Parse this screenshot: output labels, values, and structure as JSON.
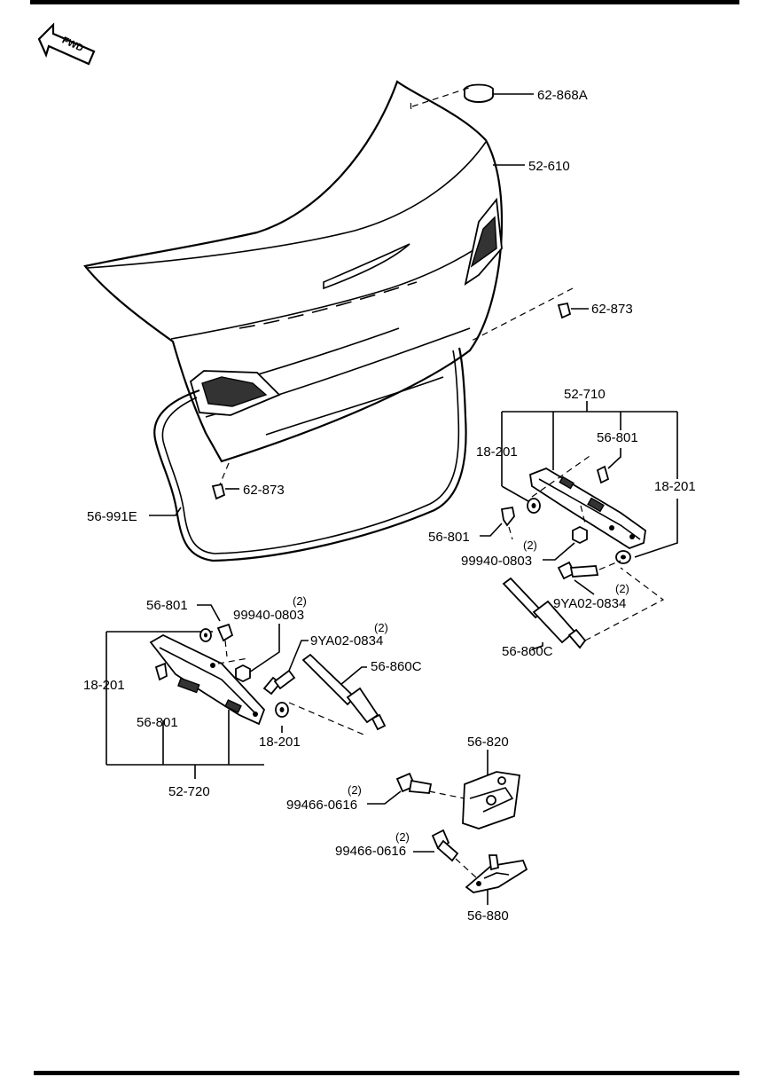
{
  "fwd_label": "FWD",
  "labels": {
    "grommet": "62-868A",
    "trunk_lid": "52-610",
    "bumper_upper": "62-873",
    "bumper_left": "62-873",
    "weatherstrip": "56-991E",
    "hinge_right": "52-710",
    "washer_r_left": "18-201",
    "clip_r_top": "56-801",
    "washer_r_right": "18-201",
    "clip_r_left": "56-801",
    "nut_r": "99940-0803",
    "nut_r_qty": "(2)",
    "bolt_r": "9YA02-0834",
    "bolt_r_qty": "(2)",
    "damper_r": "56-860C",
    "clip_l_top": "56-801",
    "nut_l": "99940-0803",
    "nut_l_qty": "(2)",
    "bolt_l": "9YA02-0834",
    "bolt_l_qty": "(2)",
    "damper_l": "56-860C",
    "washer_l_left": "18-201",
    "clip_l_bottom": "56-801",
    "washer_l_right": "18-201",
    "hinge_left": "52-720",
    "latch": "56-820",
    "bolt_latch": "99466-0616",
    "bolt_latch_qty": "(2)",
    "bolt_striker": "99466-0616",
    "bolt_striker_qty": "(2)",
    "striker": "56-880"
  }
}
